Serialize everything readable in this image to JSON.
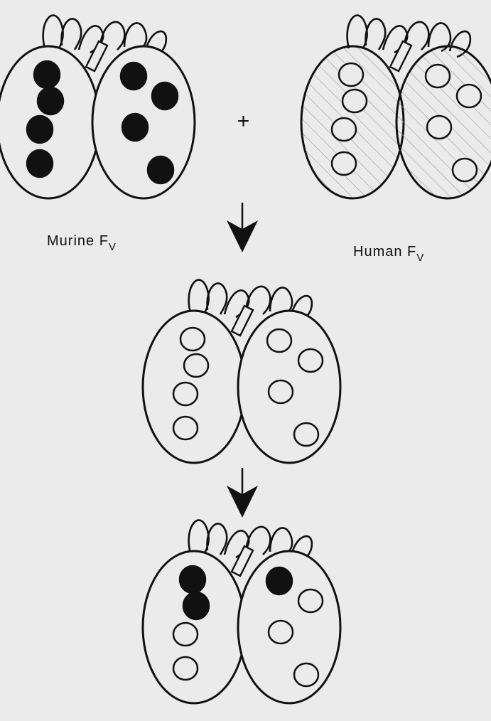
{
  "figure": {
    "labels": {
      "murine_prefix": "Murine F",
      "murine_sub": "V",
      "plus": "+",
      "human_prefix": "Human F",
      "human_sub": "V"
    },
    "colors": {
      "background": "#ebebeb",
      "outline": "#111111",
      "filled_residue": "#111111",
      "open_residue": "#ebebeb",
      "hatch": "#9a9a9a"
    },
    "domains": [
      {
        "name": "murine-fv",
        "hatched": false,
        "left_residues": [
          "filled",
          "filled",
          "filled",
          "filled"
        ],
        "right_residues": [
          "filled",
          "filled",
          "filled",
          "filled"
        ]
      },
      {
        "name": "human-fv",
        "hatched": true,
        "left_residues": [
          "open",
          "open",
          "open",
          "open"
        ],
        "right_residues": [
          "open",
          "open",
          "open",
          "open"
        ]
      },
      {
        "name": "intermediate-fv",
        "hatched": false,
        "left_residues": [
          "open",
          "open",
          "open",
          "open"
        ],
        "right_residues": [
          "open",
          "open",
          "open",
          "open"
        ]
      },
      {
        "name": "final-fv",
        "hatched": false,
        "left_residues": [
          "filled",
          "filled",
          "open",
          "open"
        ],
        "right_residues": [
          "filled",
          "open",
          "open",
          "open"
        ]
      }
    ]
  }
}
